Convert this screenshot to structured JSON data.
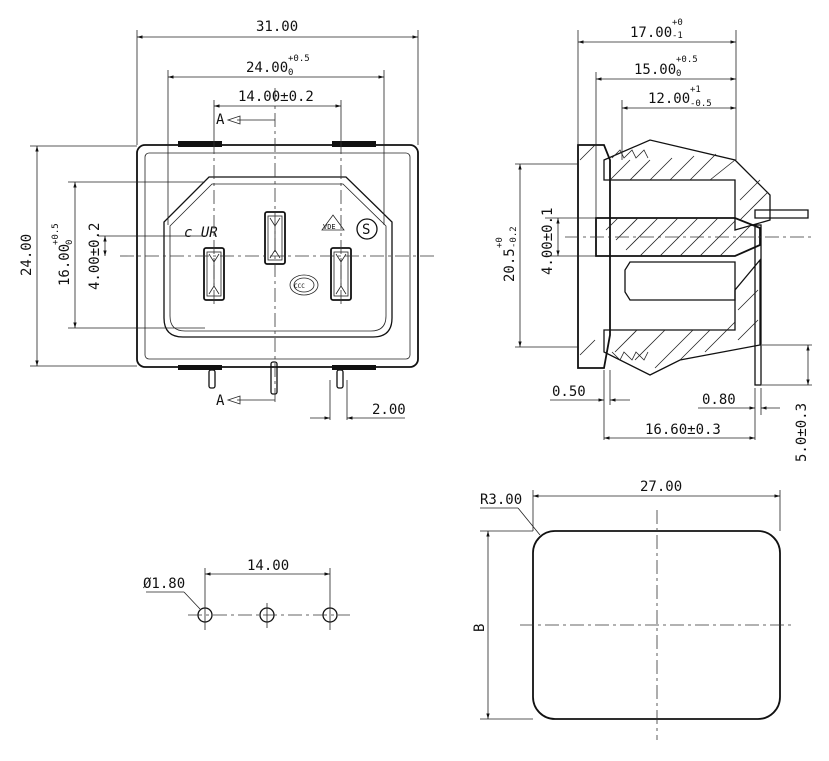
{
  "front_view": {
    "dim_overall_width": "31.00",
    "dim_inner_width": "24.00",
    "dim_inner_width_tol_upper": "+0.5",
    "dim_inner_width_tol_lower": "0",
    "dim_pin_spacing": "14.00±0.2",
    "dim_overall_height": "24.00",
    "dim_inner_height": "16.00",
    "dim_inner_height_tol_upper": "+0.5",
    "dim_inner_height_tol_lower": "0",
    "dim_center_offset": "4.00±0.2",
    "dim_pin_width": "2.00",
    "section_mark_top": "A",
    "section_mark_bottom": "A"
  },
  "side_view": {
    "dim_depth_17": "17.00",
    "dim_depth_17_tol_upper": "+0",
    "dim_depth_17_tol_lower": "-1",
    "dim_depth_15": "15.00",
    "dim_depth_15_tol_upper": "+0.5",
    "dim_depth_15_tol_lower": "0",
    "dim_depth_12": "12.00",
    "dim_depth_12_tol_upper": "+1",
    "dim_depth_12_tol_lower": "-0.5",
    "dim_height_20_5": "20.5",
    "dim_height_20_5_tol_upper": "+0",
    "dim_height_20_5_tol_lower": "-0.2",
    "dim_center_4": "4.00±0.1",
    "dim_flange": "0.50",
    "dim_terminal_thickness": "0.80",
    "dim_total_length": "16.60±0.3",
    "dim_terminal_length": "5.0±0.3"
  },
  "hole_pattern": {
    "dim_hole_diameter": "Ø1.80",
    "dim_hole_spacing": "14.00"
  },
  "panel_cutout": {
    "dim_width": "27.00",
    "dim_corner_radius": "R3.00",
    "dim_height_label": "B"
  },
  "marks": {
    "ul_mark": "c UR",
    "vde_mark": "VDE",
    "ccc_mark": "CCC",
    "s_mark": "S"
  }
}
